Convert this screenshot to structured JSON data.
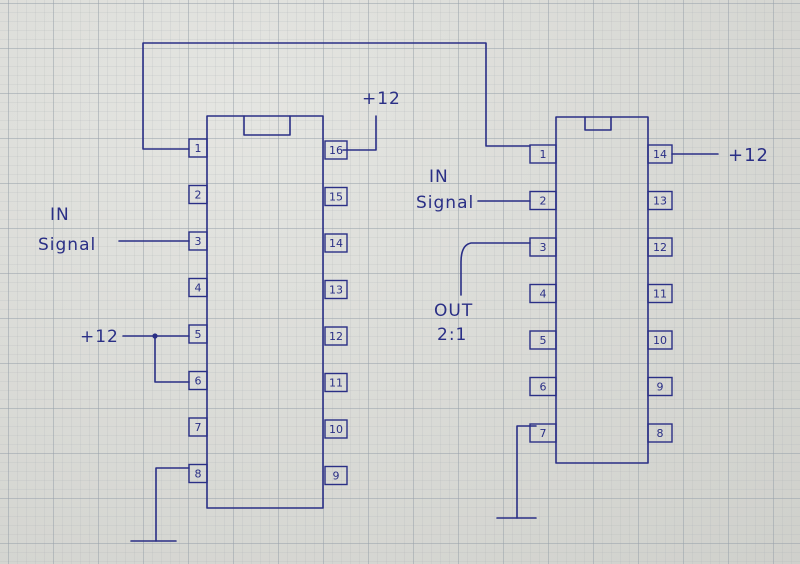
{
  "labels": {
    "left_in": "IN",
    "left_signal": "Signal",
    "left_plus12_top": "+12",
    "left_plus12_side": "+12",
    "right_in": "IN",
    "right_signal": "Signal",
    "right_plus12": "+12",
    "out": "OUT",
    "ratio": "2:1"
  },
  "ic_left": {
    "left_pins": [
      "1",
      "2",
      "3",
      "4",
      "5",
      "6",
      "7",
      "8"
    ],
    "right_pins": [
      "16",
      "15",
      "14",
      "13",
      "12",
      "11",
      "10",
      "9"
    ]
  },
  "ic_right": {
    "left_pins": [
      "1",
      "2",
      "3",
      "4",
      "5",
      "6",
      "7"
    ],
    "right_pins": [
      "14",
      "13",
      "12",
      "11",
      "10",
      "9",
      "8"
    ]
  },
  "colors": {
    "ink": "#2a2f86",
    "paper": "#dcddd8",
    "grid": "#969faa"
  }
}
